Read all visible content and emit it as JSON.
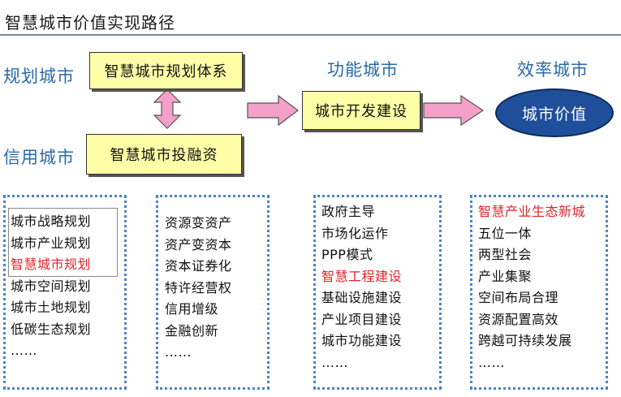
{
  "title": "智慧城市价值实现路径",
  "side_labels": {
    "plan": "规划城市",
    "credit": "信用城市"
  },
  "stage_labels": {
    "function": "功能城市",
    "efficiency": "效率城市"
  },
  "boxes": {
    "plan_system": "智慧城市规划体系",
    "investment": "智慧城市投融资",
    "development": "城市开发建设",
    "value": "城市价值"
  },
  "colors": {
    "label_blue": "#2a6aa8",
    "box_yellow": "#ffffa8",
    "arrow_pink": "#f4a0c8",
    "oval_blue": "#1f4f9a",
    "highlight_red": "#e0262b",
    "dotted_border": "#4b82c4"
  },
  "lists": [
    {
      "items": [
        {
          "text": "城市战略规划",
          "red": false
        },
        {
          "text": "城市产业规划",
          "red": false
        },
        {
          "text": "智慧城市规划",
          "red": true
        },
        {
          "text": "城市空间规划",
          "red": false
        },
        {
          "text": "城市土地规划",
          "red": false
        },
        {
          "text": "低碳生态规划",
          "red": false
        },
        {
          "text": "……",
          "red": false
        }
      ]
    },
    {
      "items": [
        {
          "text": "资源变资产",
          "red": false
        },
        {
          "text": "资产变资本",
          "red": false
        },
        {
          "text": "资本证券化",
          "red": false
        },
        {
          "text": "特许经营权",
          "red": false
        },
        {
          "text": "信用增级",
          "red": false
        },
        {
          "text": "金融创新",
          "red": false
        },
        {
          "text": "……",
          "red": false
        }
      ]
    },
    {
      "items": [
        {
          "text": "政府主导",
          "red": false
        },
        {
          "text": "市场化运作",
          "red": false
        },
        {
          "text": "PPP模式",
          "red": false
        },
        {
          "text": "智慧工程建设",
          "red": true
        },
        {
          "text": "基础设施建设",
          "red": false
        },
        {
          "text": "产业项目建设",
          "red": false
        },
        {
          "text": "城市功能建设",
          "red": false
        },
        {
          "text": "……",
          "red": false
        }
      ]
    },
    {
      "items": [
        {
          "text": "智慧产业生态新城",
          "red": true
        },
        {
          "text": "五位一体",
          "red": false
        },
        {
          "text": "两型社会",
          "red": false
        },
        {
          "text": "产业集聚",
          "red": false
        },
        {
          "text": "空间布局合理",
          "red": false
        },
        {
          "text": "资源配置高效",
          "red": false
        },
        {
          "text": "跨越可持续发展",
          "red": false
        },
        {
          "text": "……",
          "red": false
        }
      ]
    }
  ]
}
